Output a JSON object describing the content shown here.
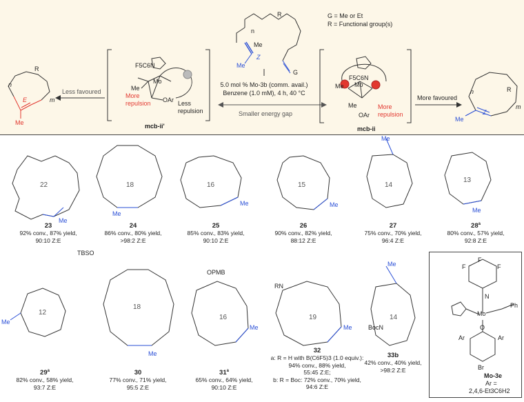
{
  "header": {
    "substrate": {
      "n": "n",
      "r": "R",
      "me": "Me",
      "z": "Z",
      "g": "G"
    },
    "defs": {
      "g_def": "G = Me or Et",
      "r_def": "R = Functional group(s)"
    },
    "conditions": {
      "line1": "5.0 mol % Mo-3b (comm. avail.)",
      "line2": "Benzene (1.0 mM), 4 h, 40 °C",
      "energy_gap": "Smaller energy gap"
    },
    "left": {
      "arrow_label": "Less favoured",
      "e_label": "E",
      "me": "Me",
      "r": "R",
      "m": "m",
      "n": "n",
      "mcb_label": "mcb-ii'",
      "more_repulsion": "More\nrepulsion",
      "less_repulsion": "Less\nrepulsion",
      "f5c6n": "F5C6N",
      "mo": "Mo",
      "oar": "OAr"
    },
    "right": {
      "arrow_label": "More favoured",
      "z_label": "Z",
      "me": "Me",
      "r": "R",
      "m": "m",
      "n": "n",
      "mcb_label": "mcb-ii",
      "more_repulsion": "More\nrepulsion",
      "f5c6n": "F5C6N",
      "mo": "Mo",
      "oar": "OAr",
      "me2": "Me"
    }
  },
  "products": [
    {
      "id": "23",
      "ring": "22",
      "line1": "92% conv., 87% yield,",
      "line2": "90:10 Z:E",
      "line3": ""
    },
    {
      "id": "24",
      "ring": "18",
      "line1": "86% conv., 80% yield,",
      "line2": ">98:2 Z:E",
      "line3": ""
    },
    {
      "id": "25",
      "ring": "16",
      "line1": "85% conv., 83% yield,",
      "line2": "90:10 Z:E",
      "line3": ""
    },
    {
      "id": "26",
      "ring": "15",
      "line1": "90% conv., 82% yield,",
      "line2": "88:12 Z:E",
      "line3": ""
    },
    {
      "id": "27",
      "ring": "14",
      "line1": "75% conv., 70% yield,",
      "line2": "96:4 Z:E",
      "line3": ""
    },
    {
      "id": "28",
      "sup": "a",
      "ring": "13",
      "line1": "80% conv., 57% yield,",
      "line2": "92:8 Z:E",
      "line3": ""
    },
    {
      "id": "29",
      "sup": "a",
      "ring": "12",
      "line1": "82% conv., 58% yield,",
      "line2": "93:7 Z:E",
      "line3": ""
    },
    {
      "id": "30",
      "ring": "18",
      "line1": "77% conv., 71% yield,",
      "line2": "95:5 Z:E",
      "line3": ""
    },
    {
      "id": "31",
      "sup": "a",
      "ring": "16",
      "line1": "65% conv., 64% yield,",
      "line2": "90:10 Z:E",
      "line3": ""
    },
    {
      "id": "33b",
      "ring": "14",
      "line1": "42% conv., 40% yield,",
      "line2": ">98:2 Z:E",
      "line3": ""
    }
  ],
  "product32": {
    "id": "32",
    "ring": "19",
    "a_line1": "a: R = H with B(C6F5)3 (1.0 equiv.):",
    "a_line2": "94% conv., 88% yield,",
    "a_line3": "55:45 Z:E;",
    "b_line1": "b: R = Boc: 72% conv., 70% yield,",
    "b_line2": "94:6 Z:E"
  },
  "labels": {
    "me": "Me",
    "o": "O",
    "tbso": "TBSO",
    "opmb": "OPMB",
    "rn": "RN",
    "bocn": "BocN",
    "o2": "O"
  },
  "mo3e": {
    "name": "Mo-3e",
    "ar_def": "Ar =",
    "ar_val": "2,4,6-Et3C6H2",
    "f": "F",
    "n": "N",
    "mo": "Mo",
    "o": "O",
    "ar": "Ar",
    "br": "Br",
    "ph": "Ph"
  },
  "colors": {
    "alkene_blue": "#2a4fd6",
    "repulsion_red": "#e2372f",
    "panel_bg": "#fdf7e8"
  }
}
